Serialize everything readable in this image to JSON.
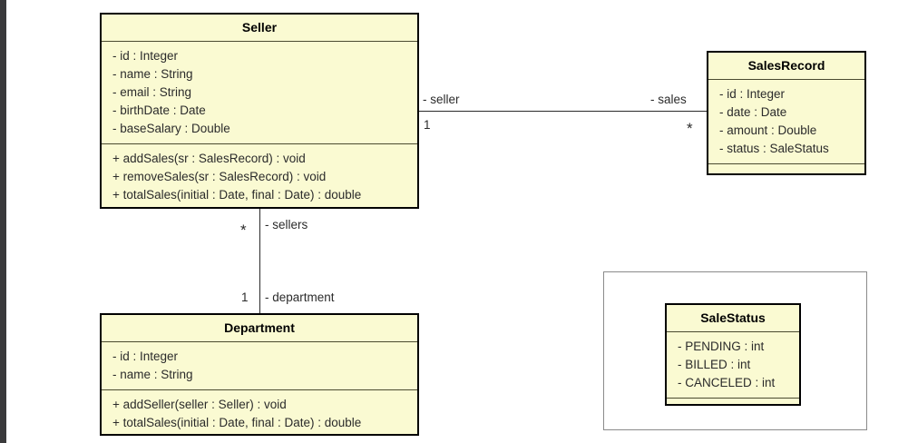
{
  "diagram": {
    "type": "uml-class-diagram",
    "background_color": "#ffffff",
    "class_fill_color": "#fafad2",
    "class_border_color": "#000000",
    "gutter_color": "#3a3a3c"
  },
  "classes": {
    "seller": {
      "name": "Seller",
      "attributes": [
        "- id : Integer",
        "- name : String",
        "- email : String",
        "- birthDate : Date",
        "- baseSalary : Double"
      ],
      "methods": [
        "+ addSales(sr : SalesRecord) : void",
        "+ removeSales(sr : SalesRecord) : void",
        "+ totalSales(initial : Date, final : Date) : double"
      ]
    },
    "sales_record": {
      "name": "SalesRecord",
      "attributes": [
        "- id : Integer",
        "- date : Date",
        "- amount : Double",
        "- status : SaleStatus"
      ],
      "methods": []
    },
    "department": {
      "name": "Department",
      "attributes": [
        "- id : Integer",
        "- name : String"
      ],
      "methods": [
        "+ addSeller(seller : Seller) : void",
        "+ totalSales(initial : Date, final : Date) : double"
      ]
    },
    "sale_status": {
      "name": "SaleStatus",
      "attributes": [
        "- PENDING : int",
        "- BILLED : int",
        "- CANCELED : int"
      ],
      "methods": []
    }
  },
  "associations": {
    "seller_salesrecord": {
      "source_role": "- seller",
      "source_multiplicity": "1",
      "target_role": "- sales",
      "target_multiplicity": "*"
    },
    "seller_department": {
      "source_role": "- sellers",
      "source_multiplicity": "*",
      "target_role": "- department",
      "target_multiplicity": "1"
    }
  }
}
